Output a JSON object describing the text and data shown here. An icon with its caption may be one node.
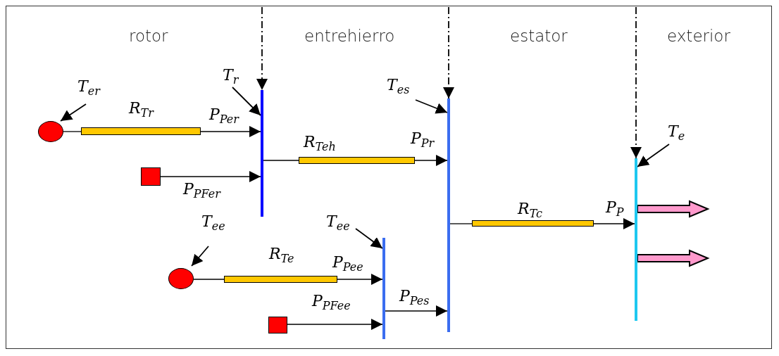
{
  "diagram": {
    "nodes": [
      {
        "text": [
          "T$_{er}$"
        ]
      },
      {
        "text": [],
        "shape": "circle"
      },
      {
        "text": [],
        "shape": "bar",
        "beside": [
          "R$_{Tr}$"
        ]
      },
      {
        "text": [
          "T$_{r}$"
        ]
      },
      {
        "text": [],
        "shape": "bar"
      },
      {
        "text": [],
        "shape": "box"
      },
      {
        "text": [],
        "shape": "bar",
        "beside": [
          "R$_{Teh}$"
        ]
      },
      {
        "text": [
          "T$_{es}$"
        ]
      },
      {
        "text": [],
        "shape": "bar"
      },
      {
        "text": [
          "T$_{ee}$"
        ]
      },
      {
        "text": [],
        "shape": "circle"
      },
      {
        "text": [],
        "shape": "bar",
        "beside": [
          "R$_{Te}$"
        ]
      },
      {
        "text": [
          "T$_{ee}$"
        ]
      },
      {
        "text": [],
        "shape": "bar"
      },
      {
        "text": [],
        "shape": "box"
      },
      {
        "text": [],
        "shape": "bar",
        "beside": [
          "R$_{Tc}$"
        ]
      },
      {
        "text": [
          "T$_{e}$"
        ]
      },
      {
        "text": [],
        "shape": "bar"
      }
    ],
    "edges": [
      {
        "from": 1,
        "to": 2,
        "arrow": "none"
      },
      {
        "from": 2,
        "to": 4,
        "arrow": "to",
        "label": "P$_{Per}$"
      },
      {
        "from": 5,
        "to": 4,
        "arrow": "to",
        "label": "P$_{PFer}$"
      },
      {
        "from": 4,
        "to": 6,
        "arrow": "none"
      },
      {
        "from": 6,
        "to": 8,
        "arrow": "to",
        "label": "P$_{Pr}$"
      },
      {
        "from": 10,
        "to": 11,
        "arrow": "none"
      },
      {
        "from": 11,
        "to": 13,
        "arrow": "to",
        "label": "P$_{Pee}$"
      },
      {
        "from": 14,
        "to": 13,
        "arrow": "to",
        "label": "P$_{PFee}$"
      },
      {
        "from": 13,
        "to": 8,
        "arrow": "to",
        "label": "P$_{Pes}$"
      },
      {
        "from": 8,
        "to": 15,
        "arrow": "none"
      },
      {
        "from": 15,
        "to": 17,
        "arrow": "to",
        "label": "P$_{P}$"
      },
      {
        "from": 17,
        "to": null,
        "arrow": "to",
        "style": "thick",
        "color": "#ff99cc"
      },
      {
        "from": 17,
        "to": null,
        "arrow": "to",
        "style": "thick",
        "color": "#ff99cc"
      },
      {
        "from": null,
        "to": 4,
        "arrow": "to",
        "style": "dashed"
      },
      {
        "from": null,
        "to": 8,
        "arrow": "to",
        "style": "dashed"
      },
      {
        "from": null,
        "to": 17,
        "arrow": "to",
        "style": "dashed"
      },
      {
        "from": 0,
        "to": 1,
        "arrow": "to"
      },
      {
        "from": 3,
        "to": 4,
        "arrow": "to"
      },
      {
        "from": 7,
        "to": 8,
        "arrow": "to"
      },
      {
        "from": 9,
        "to": 10,
        "arrow": "to"
      },
      {
        "from": 12,
        "to": 13,
        "arrow": "to"
      },
      {
        "from": 16,
        "to": 17,
        "arrow": "to"
      }
    ],
    "labels": [
      "rotor",
      "entrehierro",
      "estator",
      "exterior"
    ]
  }
}
